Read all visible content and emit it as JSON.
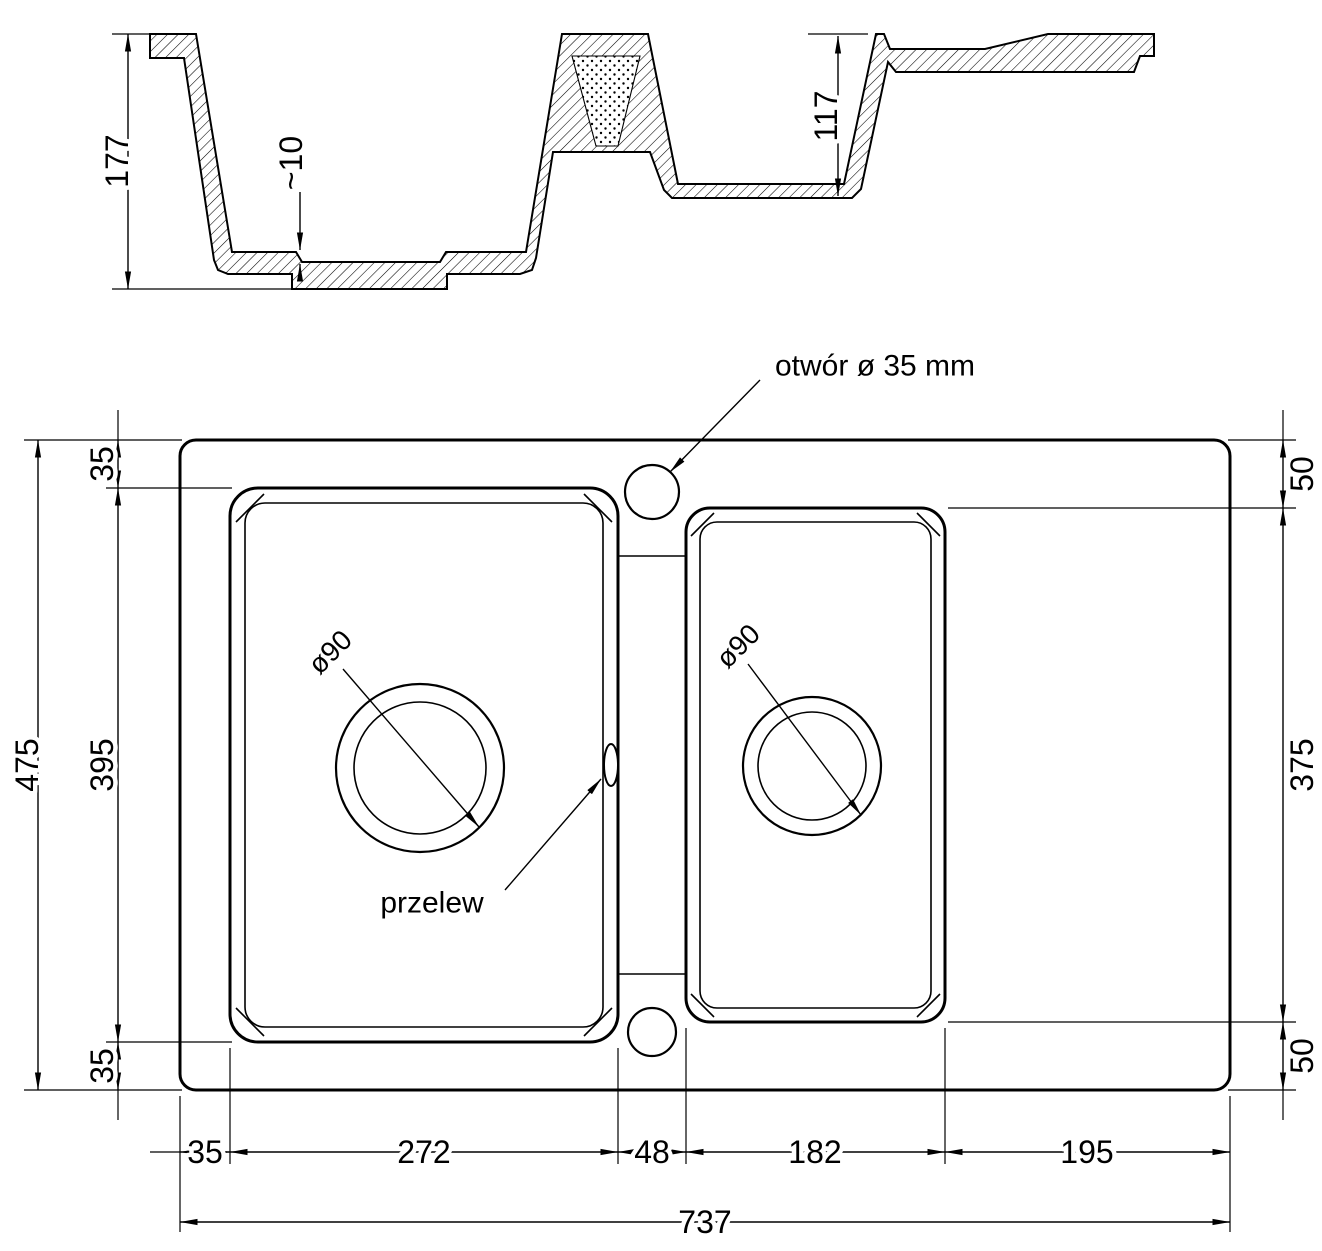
{
  "drawing": {
    "section": {
      "dims": {
        "depth_main": "177",
        "floor_step": "~10",
        "depth_small": "117"
      }
    },
    "plan": {
      "annotations": {
        "tap_hole": "otwór ø 35 mm",
        "overflow": "przelew",
        "drain_left": "ø90",
        "drain_right": "ø90"
      },
      "dims": {
        "height_total": "475",
        "margin_top": "35",
        "basin_left_height": "395",
        "margin_bottom": "35",
        "right_top": "50",
        "basin_right_height": "375",
        "right_bottom": "50",
        "offset_left": "35",
        "basin_left_width": "272",
        "divider": "48",
        "basin_right_width": "182",
        "drainer": "195",
        "width_total": "737"
      }
    },
    "colors": {
      "line": "#000000",
      "background": "#ffffff"
    }
  }
}
